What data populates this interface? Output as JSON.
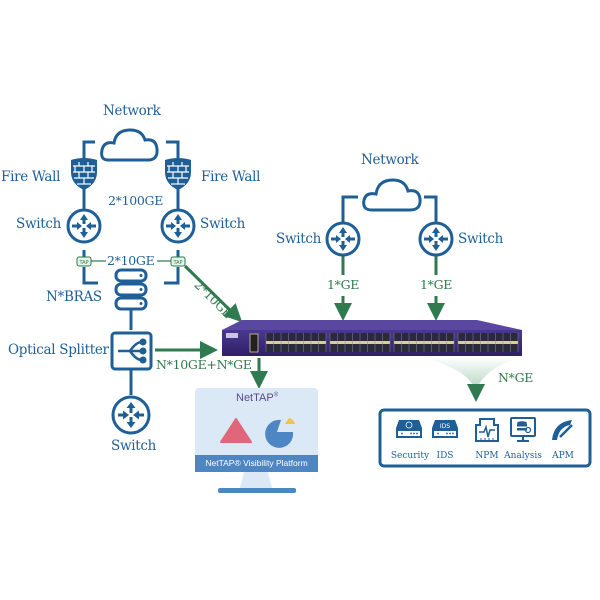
{
  "colors": {
    "blue": "#1f5f97",
    "green": "#2f7a4e",
    "chassis": "#3c2a78",
    "monitor_screen": "#dbe9f6",
    "monitor_bar": "#4e86c4",
    "triangle": "#e0677a",
    "pie": "#4e86c4",
    "pie_slice": "#f2c14e"
  },
  "left_topology": {
    "network_label": "Network",
    "firewall_left_label": "Fire Wall",
    "firewall_right_label": "Fire Wall",
    "link_100ge_label": "2*100GE",
    "switch_left_label": "Switch",
    "switch_right_label": "Switch",
    "tap_badge": "TAP",
    "link_10ge_label": "2*10GE",
    "bras_label": "N*BRAS",
    "splitter_label": "Optical Splitter",
    "bottom_switch_label": "Switch",
    "uplink_label": "2*10GE",
    "splitter_link_label": "N*10GE+N*GE"
  },
  "right_topology": {
    "network_label": "Network",
    "switch_left_label": "Switch",
    "switch_right_label": "Switch",
    "link_left_label": "1*GE",
    "link_right_label": "1*GE"
  },
  "device": {
    "name": "network-packet-broker",
    "port_groups": 4
  },
  "output": {
    "label": "N*GE",
    "tools": [
      {
        "label": "Security",
        "icon": "security-appliance-icon"
      },
      {
        "label": "IDS",
        "icon": "ids-appliance-icon",
        "badge": "IDS"
      },
      {
        "label": "NPM",
        "icon": "npm-icon"
      },
      {
        "label": "Analysis",
        "icon": "analysis-database-icon"
      },
      {
        "label": "APM",
        "icon": "apm-gauge-icon"
      }
    ]
  },
  "monitor": {
    "brand": "NetTAP",
    "brand_mark": "®",
    "platform_label": "NetTAP® Visibility Platform"
  }
}
